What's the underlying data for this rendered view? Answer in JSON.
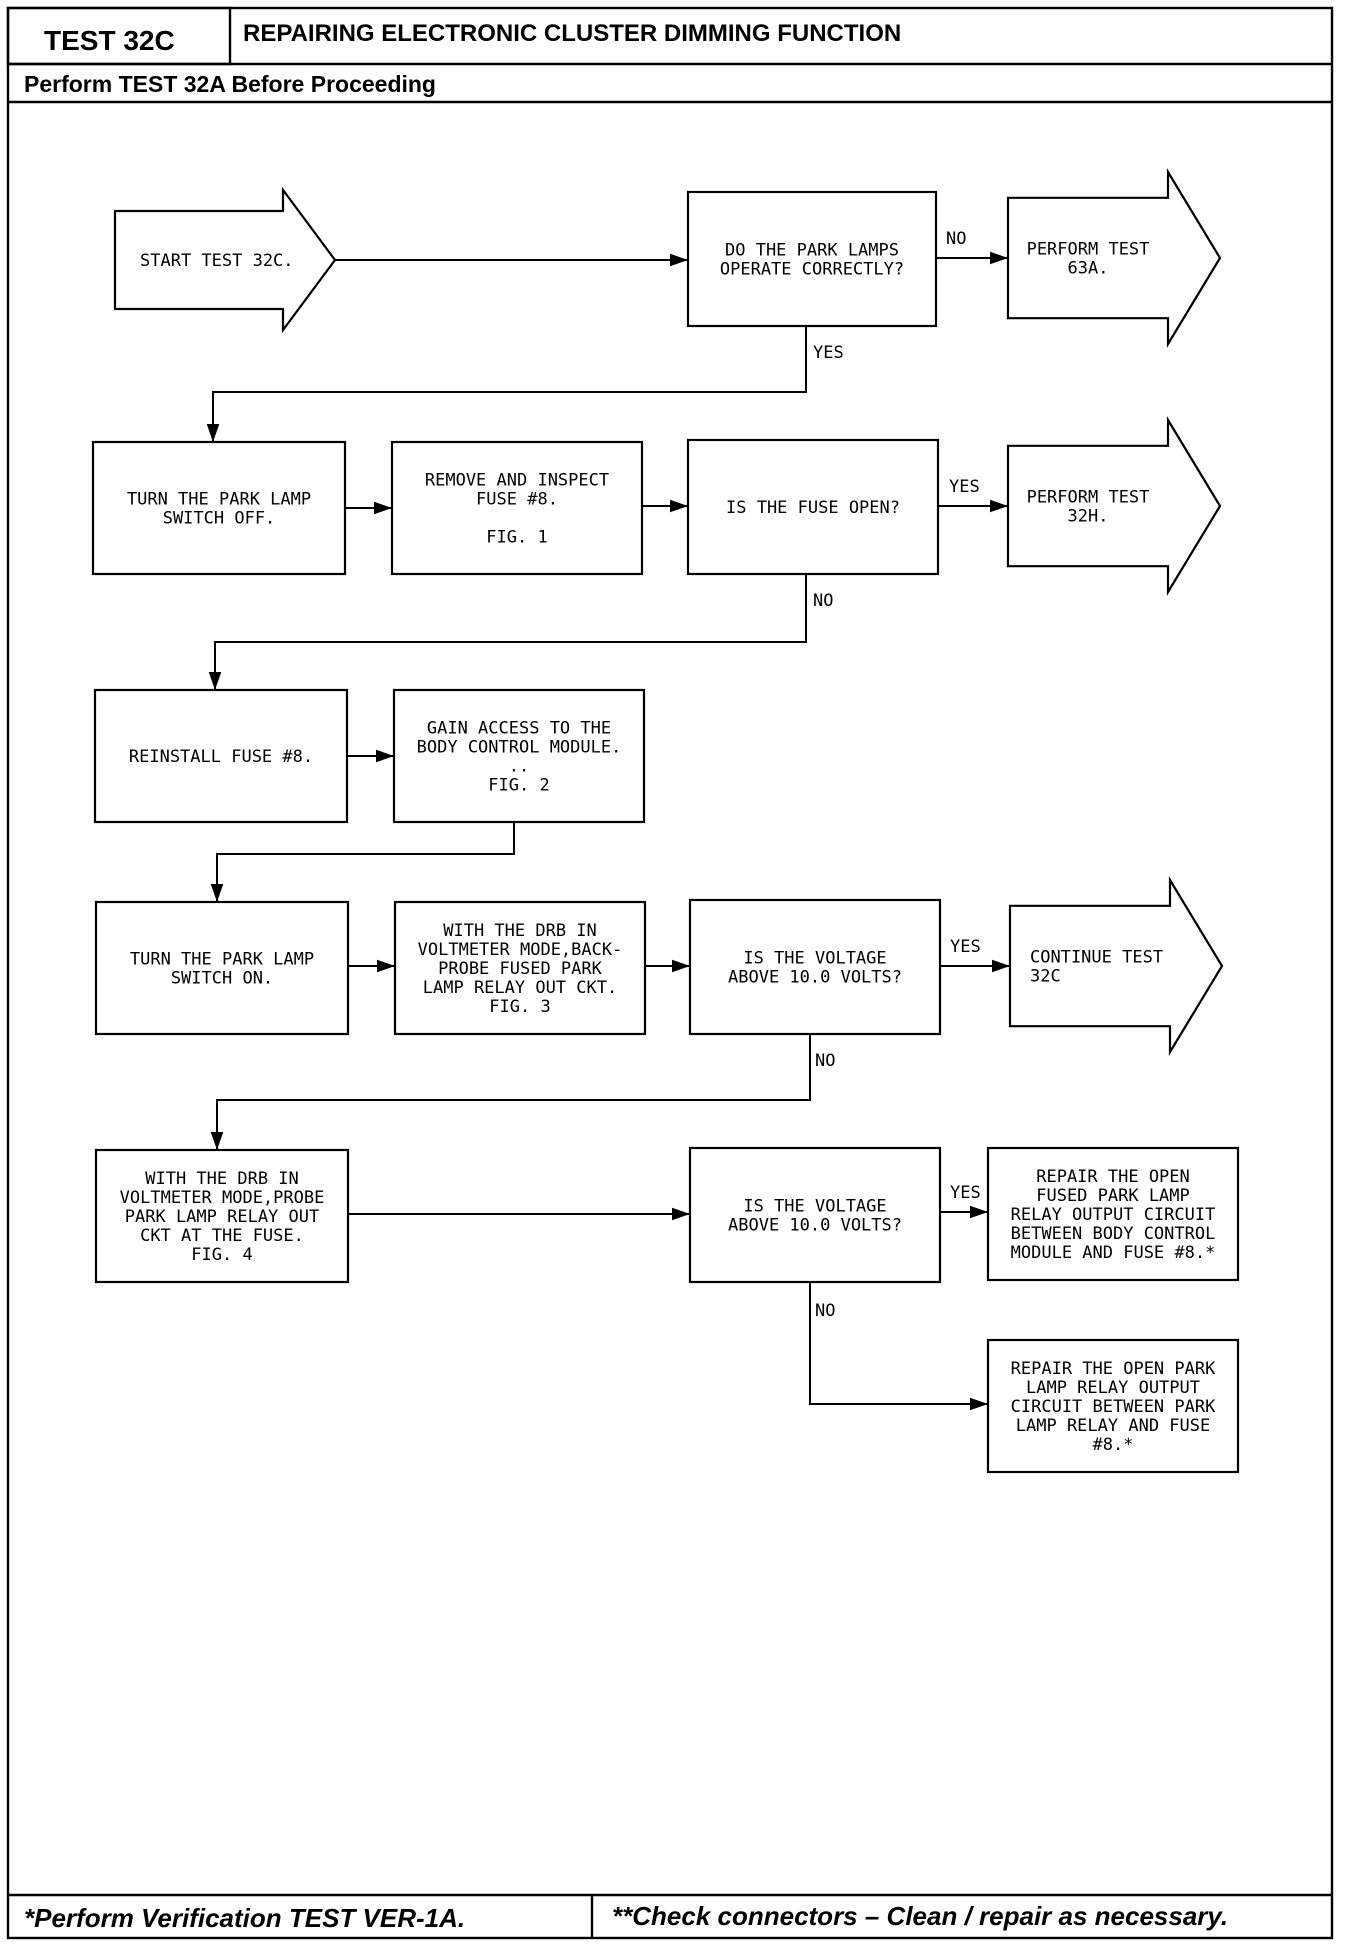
{
  "header": {
    "test_id": "TEST 32C",
    "title": "REPAIRING ELECTRONIC CLUSTER DIMMING FUNCTION",
    "prerequisite": "Perform TEST 32A Before Proceeding"
  },
  "flowchart": {
    "nodes": [
      {
        "id": "start",
        "shape": "arrow",
        "lines": [
          "START TEST 32C."
        ]
      },
      {
        "id": "q_park_lamps",
        "shape": "box",
        "lines": [
          "DO THE PARK LAMPS",
          "OPERATE CORRECTLY?"
        ]
      },
      {
        "id": "perform_63a",
        "shape": "arrow",
        "lines": [
          "PERFORM TEST",
          "63A."
        ]
      },
      {
        "id": "turn_off",
        "shape": "box",
        "lines": [
          "TURN THE PARK LAMP",
          "SWITCH OFF."
        ]
      },
      {
        "id": "remove_fuse",
        "shape": "box",
        "lines": [
          "REMOVE AND INSPECT",
          "FUSE #8.",
          "",
          "FIG. 1"
        ]
      },
      {
        "id": "q_fuse_open",
        "shape": "box",
        "lines": [
          "IS THE FUSE OPEN?"
        ]
      },
      {
        "id": "perform_32h",
        "shape": "arrow",
        "lines": [
          "PERFORM TEST",
          "32H."
        ]
      },
      {
        "id": "reinstall",
        "shape": "box",
        "lines": [
          "REINSTALL FUSE #8."
        ]
      },
      {
        "id": "gain_access",
        "shape": "box",
        "lines": [
          "GAIN ACCESS TO THE",
          "BODY CONTROL MODULE.",
          "..",
          "FIG. 2"
        ]
      },
      {
        "id": "turn_on",
        "shape": "box",
        "lines": [
          "TURN THE PARK LAMP",
          "SWITCH ON."
        ]
      },
      {
        "id": "backprobe",
        "shape": "box",
        "lines": [
          "WITH THE DRB IN",
          "VOLTMETER MODE,BACK-",
          "PROBE FUSED PARK",
          "LAMP RELAY OUT CKT.",
          "FIG. 3"
        ]
      },
      {
        "id": "q_voltage_1",
        "shape": "box",
        "lines": [
          "IS THE VOLTAGE",
          "ABOVE 10.0 VOLTS?"
        ]
      },
      {
        "id": "continue_32c",
        "shape": "arrow",
        "lines": [
          "CONTINUE TEST",
          "32C"
        ]
      },
      {
        "id": "probe_fuse",
        "shape": "box",
        "lines": [
          "WITH THE DRB IN",
          "VOLTMETER MODE,PROBE",
          "PARK LAMP RELAY OUT",
          "CKT AT THE FUSE.",
          "FIG. 4"
        ]
      },
      {
        "id": "q_voltage_2",
        "shape": "box",
        "lines": [
          "IS THE VOLTAGE",
          "ABOVE 10.0 VOLTS?"
        ]
      },
      {
        "id": "repair_bcm",
        "shape": "box",
        "lines": [
          "REPAIR THE OPEN",
          "FUSED PARK LAMP",
          "RELAY OUTPUT CIRCUIT",
          "BETWEEN BODY CONTROL",
          "MODULE AND FUSE #8.*"
        ]
      },
      {
        "id": "repair_relay",
        "shape": "box",
        "lines": [
          "REPAIR THE OPEN PARK",
          "LAMP RELAY OUTPUT",
          "CIRCUIT BETWEEN PARK",
          "LAMP RELAY AND FUSE",
          "#8.*"
        ]
      }
    ],
    "edges": [
      {
        "from": "start",
        "to": "q_park_lamps",
        "label": ""
      },
      {
        "from": "q_park_lamps",
        "to": "perform_63a",
        "label": "NO"
      },
      {
        "from": "q_park_lamps",
        "to": "turn_off",
        "label": "YES"
      },
      {
        "from": "turn_off",
        "to": "remove_fuse",
        "label": ""
      },
      {
        "from": "remove_fuse",
        "to": "q_fuse_open",
        "label": ""
      },
      {
        "from": "q_fuse_open",
        "to": "perform_32h",
        "label": "YES"
      },
      {
        "from": "q_fuse_open",
        "to": "reinstall",
        "label": "NO"
      },
      {
        "from": "reinstall",
        "to": "gain_access",
        "label": ""
      },
      {
        "from": "gain_access",
        "to": "turn_on",
        "label": ""
      },
      {
        "from": "turn_on",
        "to": "backprobe",
        "label": ""
      },
      {
        "from": "backprobe",
        "to": "q_voltage_1",
        "label": ""
      },
      {
        "from": "q_voltage_1",
        "to": "continue_32c",
        "label": "YES"
      },
      {
        "from": "q_voltage_1",
        "to": "probe_fuse",
        "label": "NO"
      },
      {
        "from": "probe_fuse",
        "to": "q_voltage_2",
        "label": ""
      },
      {
        "from": "q_voltage_2",
        "to": "repair_bcm",
        "label": "YES"
      },
      {
        "from": "q_voltage_2",
        "to": "repair_relay",
        "label": "NO"
      }
    ]
  },
  "footer": {
    "left": "*Perform Verification TEST VER-1A.",
    "right": "**Check connectors – Clean / repair as necessary."
  }
}
